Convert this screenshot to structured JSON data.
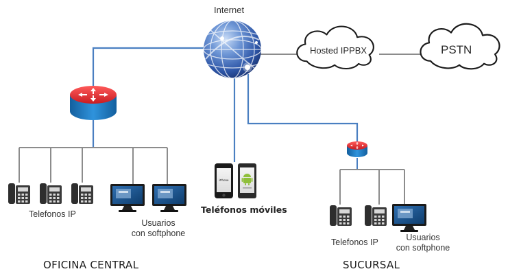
{
  "internet_label": "Internet",
  "clouds": {
    "hosted": "Hosted IPPBX",
    "pstn": "PSTN"
  },
  "central": {
    "site_label": "OFICINA CENTRAL",
    "phones_label": "Telefonos IP",
    "softphone_line1": "Usuarios",
    "softphone_line2": "con softphone"
  },
  "mobile": {
    "label": "Teléfonos móviles",
    "iphone_text": "iPhone"
  },
  "branch": {
    "site_label": "SUCURSAL",
    "phones_label": "Telefonos IP",
    "softphone_line1": "Usuarios",
    "softphone_line2": "con softphone"
  },
  "colors": {
    "link_blue": "#4a7fc1",
    "trunk_gray": "#8c8c8c",
    "router_red": "#e0232b",
    "router_blue": "#1f7ec4",
    "globe_blue": "#2c57a8"
  }
}
